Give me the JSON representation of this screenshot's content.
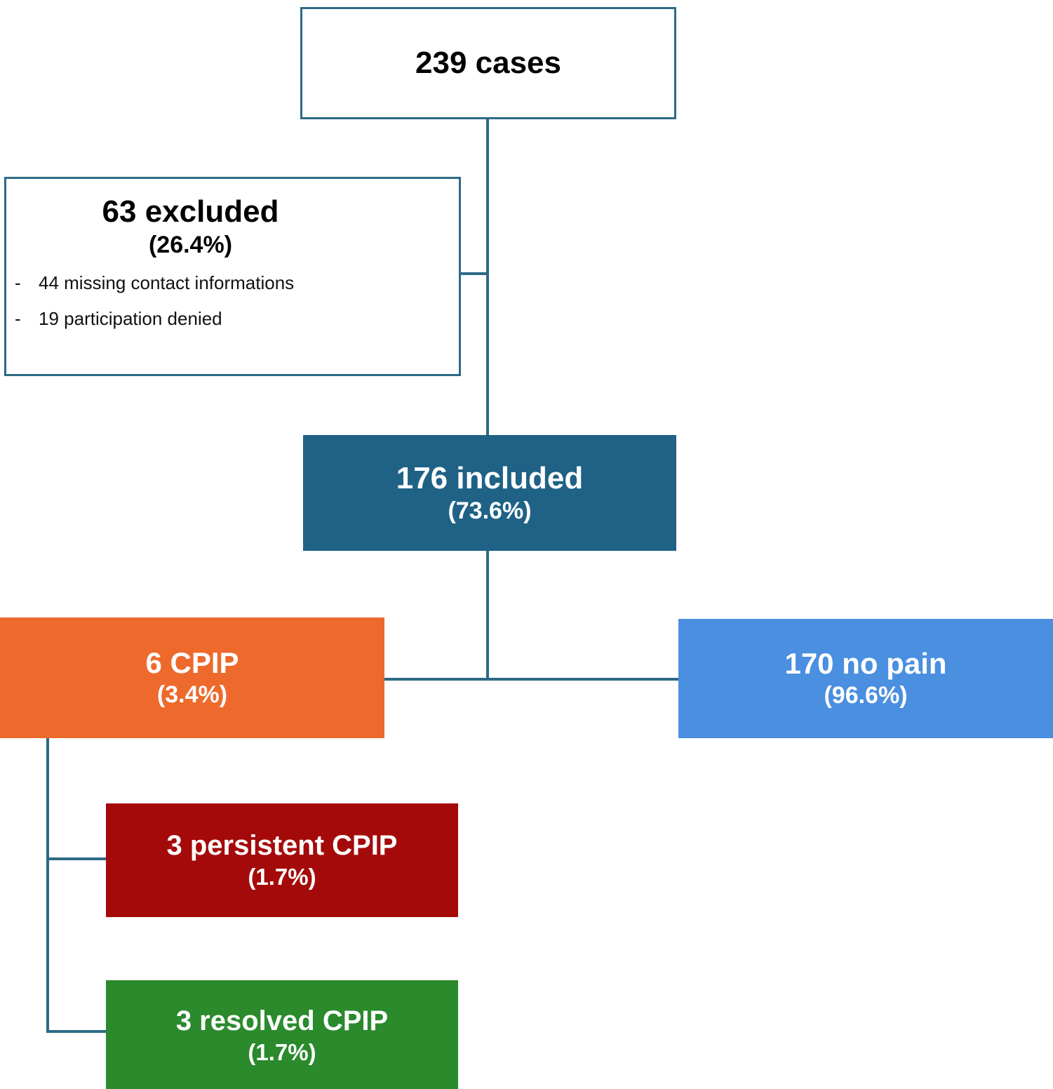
{
  "diagram": {
    "title": "Study participant flow",
    "colors": {
      "connector": "#2d6a85",
      "outline_border": "#2d6a85",
      "included_fill": "#1F6286",
      "cpip_fill": "#ED6A2C",
      "nopain_fill": "#4A8FE0",
      "persistent_fill": "#A50A0A",
      "resolved_fill": "#2A8A2C",
      "text_on_fill": "#ffffff",
      "text_on_white": "#000000"
    }
  },
  "nodes": {
    "cases": {
      "primary": "239 cases",
      "secondary": ""
    },
    "excluded": {
      "primary": "63 excluded",
      "secondary": "(26.4%)",
      "bullets": [
        {
          "dash": "-",
          "text": "44 missing contact informations"
        },
        {
          "dash": "-",
          "text": "19 participation denied"
        }
      ]
    },
    "included": {
      "primary": "176 included",
      "secondary": "(73.6%)"
    },
    "cpip": {
      "primary": "6 CPIP",
      "secondary": "(3.4%)"
    },
    "nopain": {
      "primary": "170 no pain",
      "secondary": "(96.6%)"
    },
    "persistent": {
      "primary": "3 persistent CPIP",
      "secondary": "(1.7%)"
    },
    "resolved": {
      "primary": "3 resolved CPIP",
      "secondary": "(1.7%)"
    }
  },
  "chart_data": {
    "type": "diagram",
    "title": "Participant flow diagram",
    "nodes": [
      {
        "id": "cases",
        "label": "239 cases",
        "count": 239,
        "percent": null
      },
      {
        "id": "excluded",
        "label": "63 excluded",
        "count": 63,
        "percent": 26.4
      },
      {
        "id": "included",
        "label": "176 included",
        "count": 176,
        "percent": 73.6
      },
      {
        "id": "cpip",
        "label": "6 CPIP",
        "count": 6,
        "percent": 3.4
      },
      {
        "id": "nopain",
        "label": "170 no pain",
        "count": 170,
        "percent": 96.6
      },
      {
        "id": "persistent",
        "label": "3 persistent CPIP",
        "count": 3,
        "percent": 1.7
      },
      {
        "id": "resolved",
        "label": "3 resolved CPIP",
        "count": 3,
        "percent": 1.7
      }
    ],
    "exclusion_reasons": [
      {
        "reason": "missing contact informations",
        "count": 44
      },
      {
        "reason": "participation denied",
        "count": 19
      }
    ],
    "edges": [
      {
        "from": "cases",
        "to": "excluded"
      },
      {
        "from": "cases",
        "to": "included"
      },
      {
        "from": "included",
        "to": "cpip"
      },
      {
        "from": "included",
        "to": "nopain"
      },
      {
        "from": "cpip",
        "to": "persistent"
      },
      {
        "from": "cpip",
        "to": "resolved"
      }
    ]
  }
}
